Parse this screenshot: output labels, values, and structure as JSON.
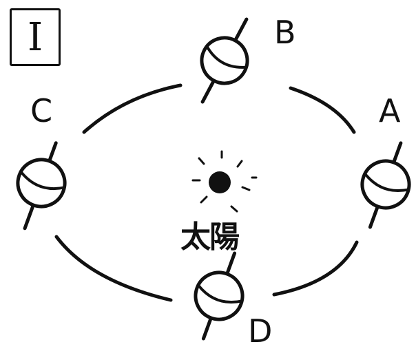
{
  "panel": {
    "label": "Ⅰ"
  },
  "sun": {
    "label": "太陽"
  },
  "positions": {
    "A": {
      "label": "A"
    },
    "B": {
      "label": "B"
    },
    "C": {
      "label": "C"
    },
    "D": {
      "label": "D"
    }
  },
  "colors": {
    "ink": "#111111",
    "background": "#ffffff"
  }
}
